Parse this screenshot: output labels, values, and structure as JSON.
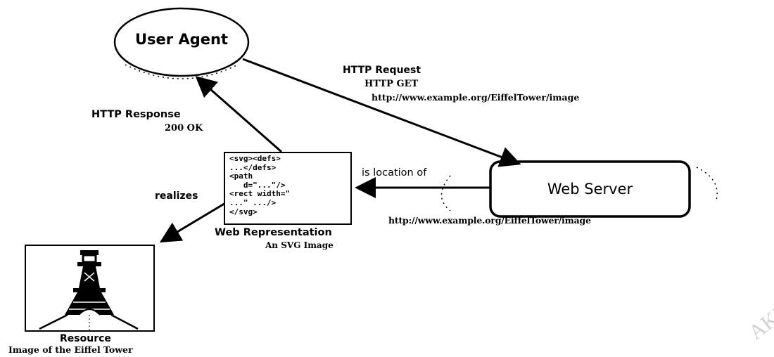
{
  "nodes": {
    "user_agent": "User Agent",
    "web_server": "Web Server",
    "web_server_uri": "http://www.example.org/EiffelTower/image"
  },
  "edges": {
    "request_title": "HTTP Request",
    "request_method": "HTTP GET",
    "request_url": "http://www.example.org/EiffelTower/image",
    "response_title": "HTTP Response",
    "response_status": "200 OK",
    "is_location_of": "is location of",
    "realizes": "realizes"
  },
  "representation": {
    "code_lines": [
      "<svg><defs>",
      "...</defs>",
      "<path",
      "   d=\"...\"/>",
      "<rect width=\"",
      "...\" .../>",
      "</svg>"
    ],
    "title": "Web Representation",
    "subtitle": "An SVG Image"
  },
  "resource": {
    "title": "Resource",
    "subtitle": "Image of the Eiffel Tower"
  },
  "watermark": "AKH"
}
